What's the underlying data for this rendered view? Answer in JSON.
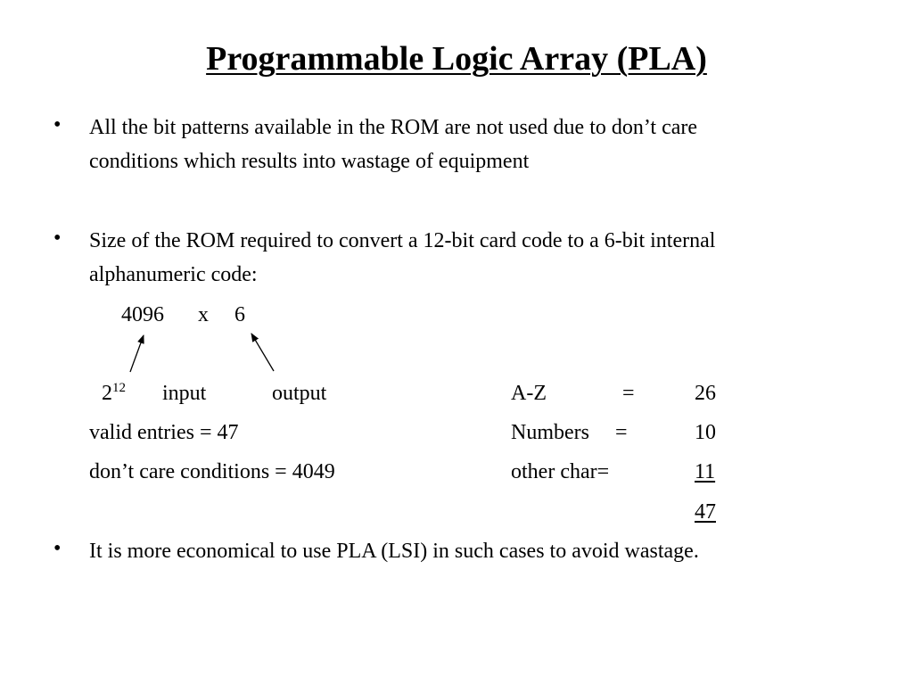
{
  "title": "Programmable Logic Array (PLA)",
  "bullet_glyph": "•",
  "bullets": [
    {
      "line1": "All the bit patterns available in the ROM are not used due to don’t care",
      "line2": "conditions which results into wastage of equipment"
    },
    {
      "line1": "Size of the ROM required to convert a 12-bit card code to a 6-bit internal",
      "line2": "alphanumeric code:"
    },
    {
      "line1": "It is more economical to use PLA (LSI) in such cases to avoid wastage."
    }
  ],
  "rom_size": {
    "rows": "4096",
    "times": "x",
    "bits": "6"
  },
  "power": {
    "base": "2",
    "exponent": "12",
    "input_label": "input",
    "output_label": "output"
  },
  "entries": {
    "valid": "valid entries = 47",
    "dont_care": "don’t care conditions = 4049"
  },
  "tally": {
    "az_label": "A-Z",
    "az_eq": "=",
    "az_value": "26",
    "numbers_label": "Numbers",
    "numbers_eq": "=",
    "numbers_value": "10",
    "other_label": "other char=",
    "other_value": "11",
    "total": "47"
  }
}
